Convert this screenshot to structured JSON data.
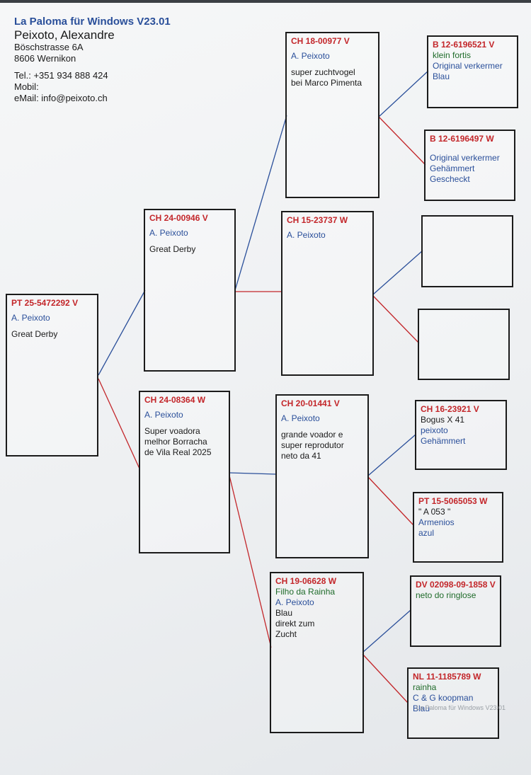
{
  "header": {
    "app_title": "La Paloma für Windows V23.01",
    "owner_name": "Peixoto, Alexandre",
    "street": "Böschstrasse 6A",
    "city": "8606 Wernikon",
    "tel": "Tel.: +351 934 888 424",
    "mobil": "Mobil:",
    "email": "eMail: info@peixoto.ch"
  },
  "pedigree": {
    "subject": {
      "ring": "PT 25-5472292 V",
      "owner": "A. Peixoto",
      "note": "Great Derby"
    },
    "sire": {
      "ring": "CH 24-00946 V",
      "owner": "A. Peixoto",
      "note": "Great Derby"
    },
    "dam": {
      "ring": "CH 24-08364 W",
      "owner": "A. Peixoto",
      "notes": [
        "Super voadora",
        "melhor Borracha",
        "de Vila Real 2025"
      ]
    },
    "sire_sire": {
      "ring": "CH 18-00977 V",
      "owner": "A. Peixoto",
      "notes": [
        "super zuchtvogel",
        "bei Marco Pimenta"
      ]
    },
    "sire_dam": {
      "ring": "CH 15-23737 W",
      "owner": "A. Peixoto"
    },
    "dam_sire": {
      "ring": "CH 20-01441 V",
      "owner": "A. Peixoto",
      "notes": [
        "grande voador e",
        "super reprodutor",
        "neto da  41"
      ]
    },
    "dam_dam": {
      "ring": "CH 19-06628 W",
      "lines": [
        "Filho da Rainha",
        "A. Peixoto",
        "Blau",
        "direkt zum",
        "Zucht"
      ]
    },
    "ss_sire": {
      "ring": "B  12-6196521 V",
      "lines": [
        "klein fortis",
        "Original verkermer",
        "Blau"
      ]
    },
    "ss_dam": {
      "ring": "B  12-6196497 W",
      "lines": [
        "Original verkermer",
        "Gehämmert",
        "Gescheckt"
      ]
    },
    "sd_sire": {},
    "sd_dam": {},
    "ds_sire": {
      "ring": "CH 16-23921 V",
      "lines": [
        "Bogus X 41",
        "peixoto",
        "Gehämmert"
      ]
    },
    "ds_dam": {
      "ring": "PT 15-5065053 W",
      "lines": [
        "\" A 053 \"",
        "Armenios",
        "azul"
      ]
    },
    "dd_sire": {
      "ring": "DV 02098-09-1858 V",
      "lines": [
        "neto do ringlose"
      ]
    },
    "dd_dam": {
      "ring": "NL 11-1185789 W",
      "lines": [
        "rainha",
        "C & G koopman",
        "Blau"
      ]
    }
  },
  "footer": {
    "watermark": "La Paloma für Windows V23.01"
  },
  "colors": {
    "sire_line": "#2a4f9a",
    "dam_line": "#c3262a",
    "ring_text": "#c3262a",
    "owner_text": "#2a4f9a",
    "note_green": "#1f6b2a"
  }
}
